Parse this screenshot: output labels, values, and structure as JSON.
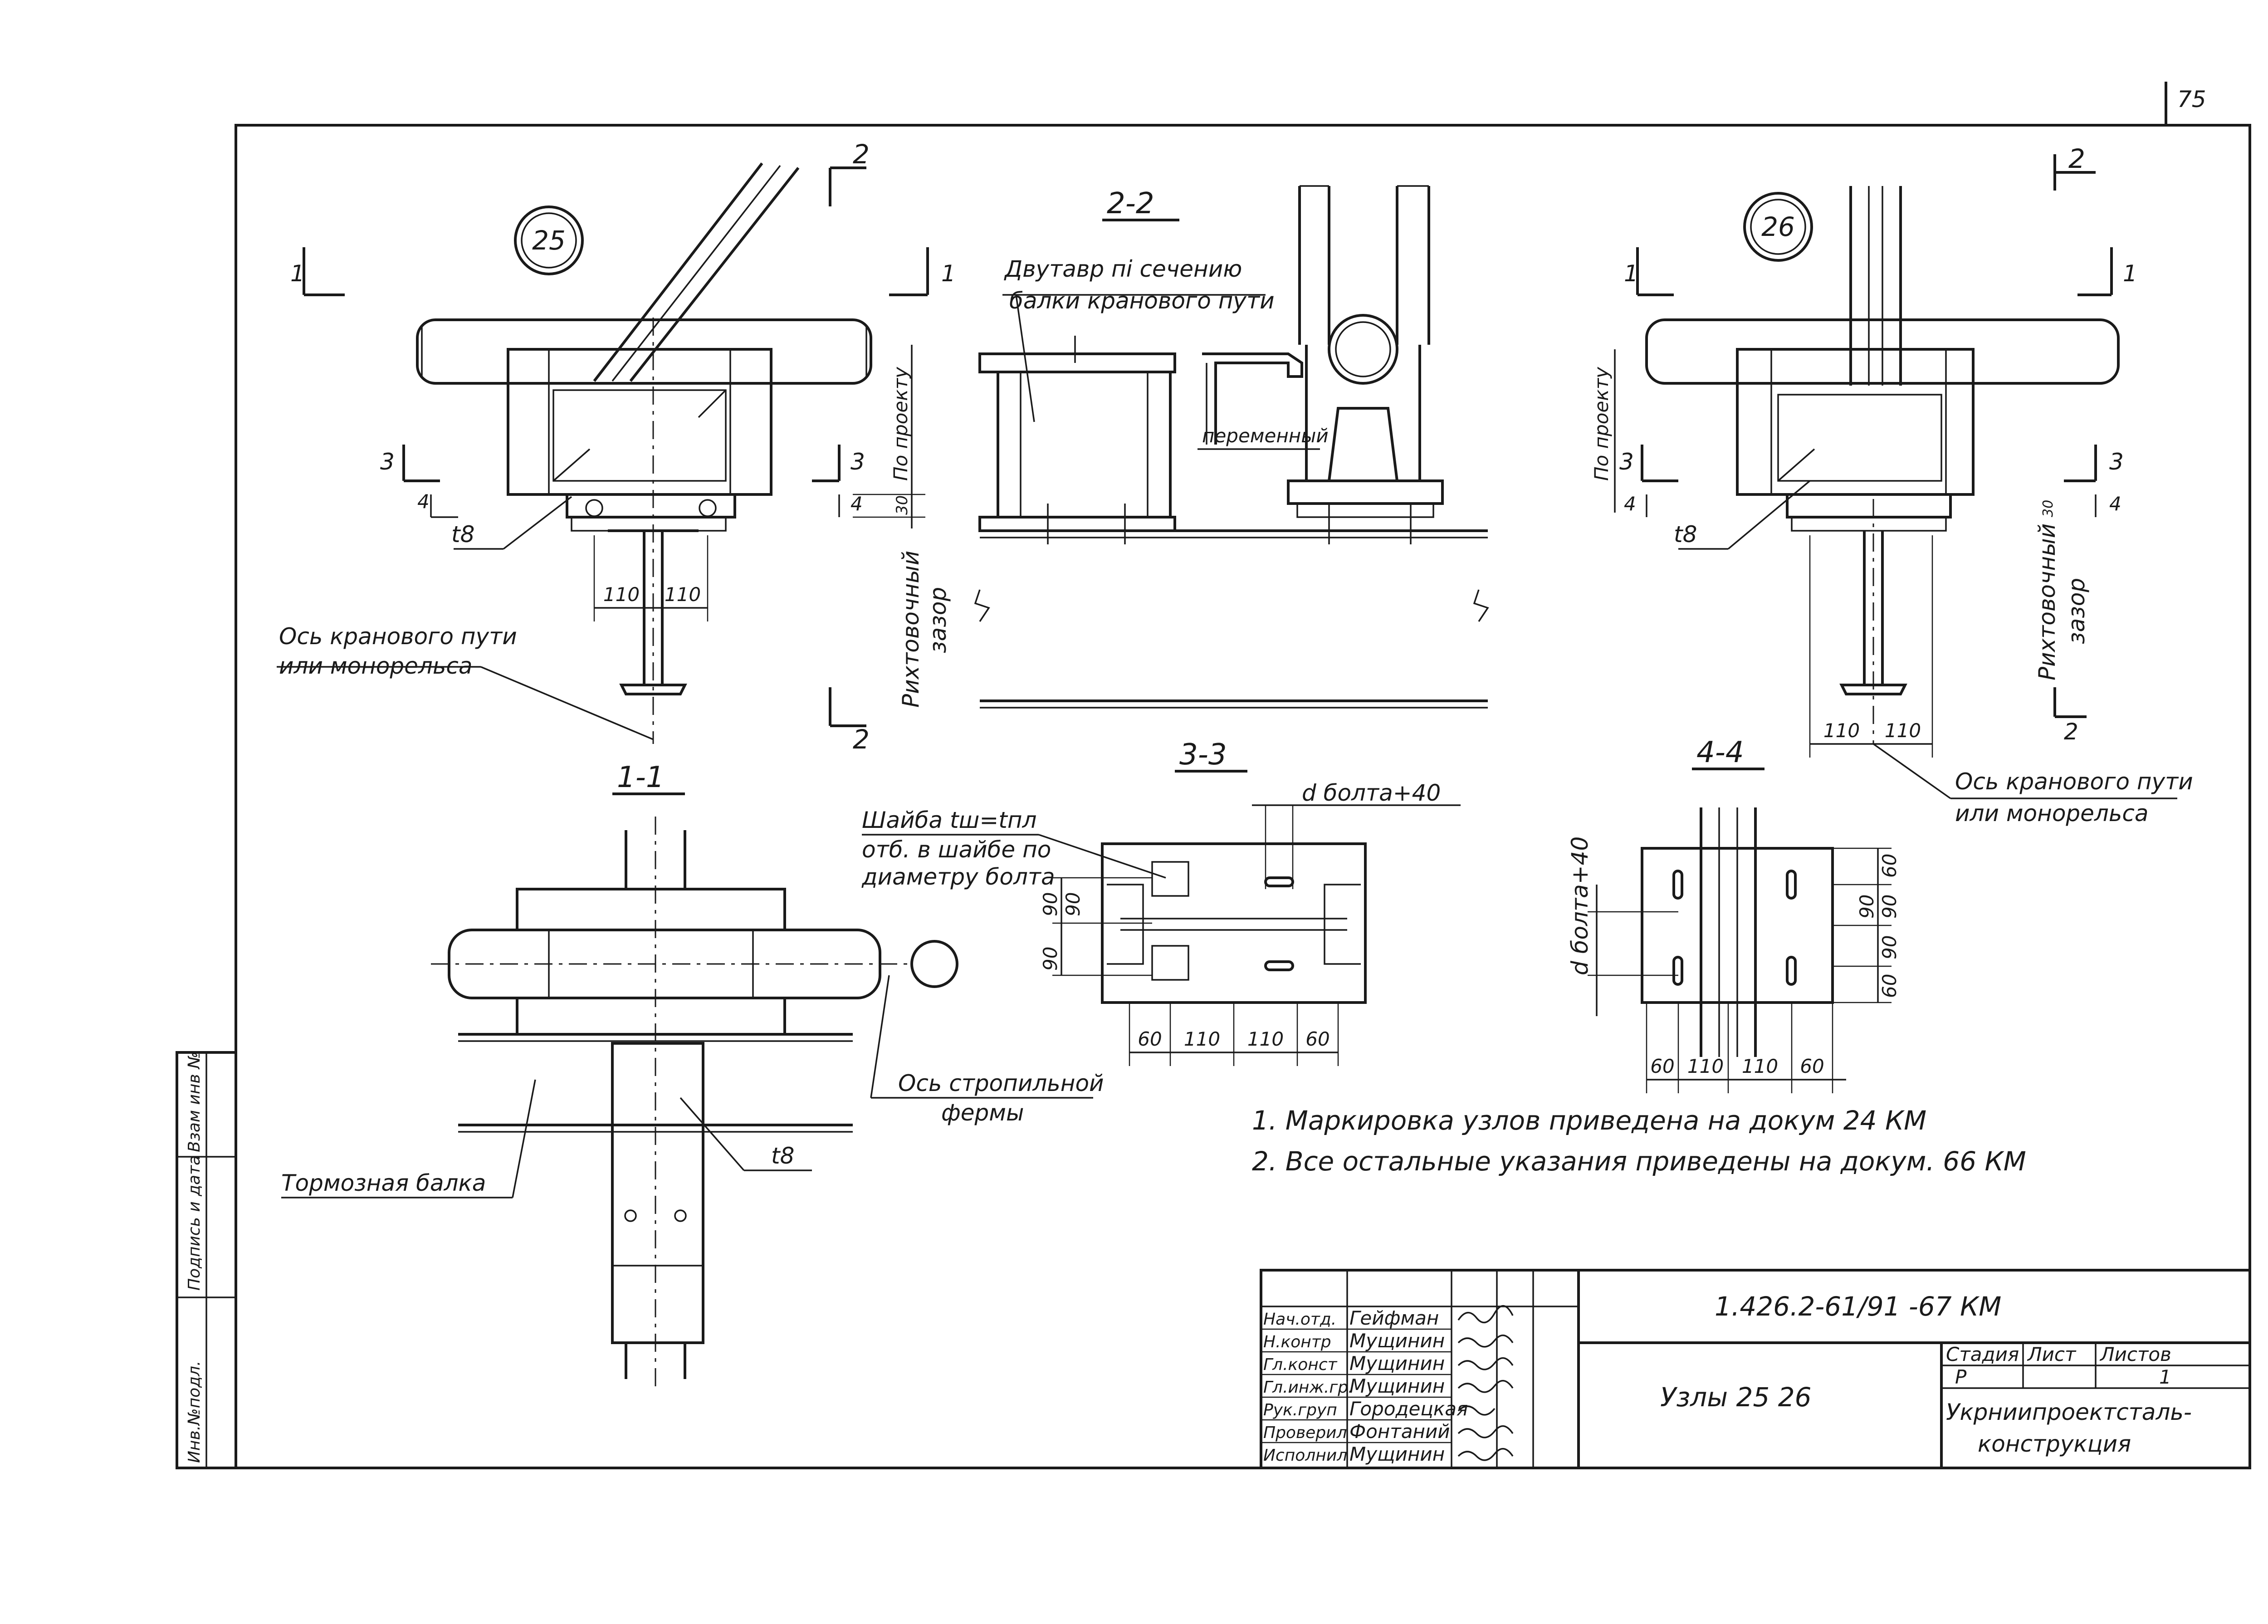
{
  "page_number": "75",
  "node_25": "25",
  "node_26": "26",
  "section_labels": {
    "s11": "1-1",
    "s22": "2-2",
    "s33": "3-3",
    "s44": "4-4",
    "m1": "1",
    "m2": "2",
    "m3": "3",
    "m4": "4"
  },
  "annotations": {
    "po_proektu": "По проекту",
    "rikhtovochny": "Рихтовочный",
    "zazor": "зазор",
    "t8": "t8",
    "crane_axis_1": "Ось кранового пути",
    "crane_axis_2": "или монорельса",
    "dvutavr_1": "Двутавр пі сечению",
    "dvutavr_2": "балки кранового пути",
    "peremenny": "переменный",
    "washer_1": "Шайба tш=tпл",
    "washer_2": "отб. в шайбе по",
    "washer_3": "диаметру болта",
    "bolt_d": "d болта+40",
    "rafter_axis_1": "Ось стропильной",
    "rafter_axis_2": "фермы",
    "brake_beam": "Тормозная балка",
    "dim_30": "30",
    "dim_4": "4"
  },
  "dimensions_33": [
    "60",
    "110",
    "110",
    "60"
  ],
  "dimensions_33_v": [
    "90",
    "90",
    "90"
  ],
  "dimensions_44": [
    "60",
    "110",
    "110",
    "60"
  ],
  "dimensions_44_v": [
    "60",
    "90",
    "90",
    "90",
    "60"
  ],
  "dim_110": "110",
  "notes": [
    "1. Маркировка узлов приведена на докум 24 КМ",
    "2. Все остальные указания приведены на докум. 66 КМ"
  ],
  "left_margin_stamp": [
    "Инв.№подл.",
    "Подпись и дата",
    "Взам инв №"
  ],
  "title_block": {
    "document_code": "1.426.2-61/91 -67 КМ",
    "sheet_title": "Узлы 25 26",
    "organization_1": "Укрниипроектсталь-",
    "organization_2": "конструкция",
    "headers": {
      "stage": "Стадия",
      "sheet": "Лист",
      "sheets": "Листов"
    },
    "values": {
      "stage": "Р",
      "sheet": "",
      "sheets": "1"
    },
    "people": [
      {
        "role": "Нач.отд.",
        "name": "Гейфман"
      },
      {
        "role": "Н.контр",
        "name": "Мущинин"
      },
      {
        "role": "Гл.конст",
        "name": "Мущинин"
      },
      {
        "role": "Гл.инж.гр.",
        "name": "Мущинин"
      },
      {
        "role": "Рук.груп",
        "name": "Городецкая"
      },
      {
        "role": "Проверил",
        "name": "Фонтаний"
      },
      {
        "role": "Исполнил",
        "name": "Мущинин"
      }
    ]
  }
}
